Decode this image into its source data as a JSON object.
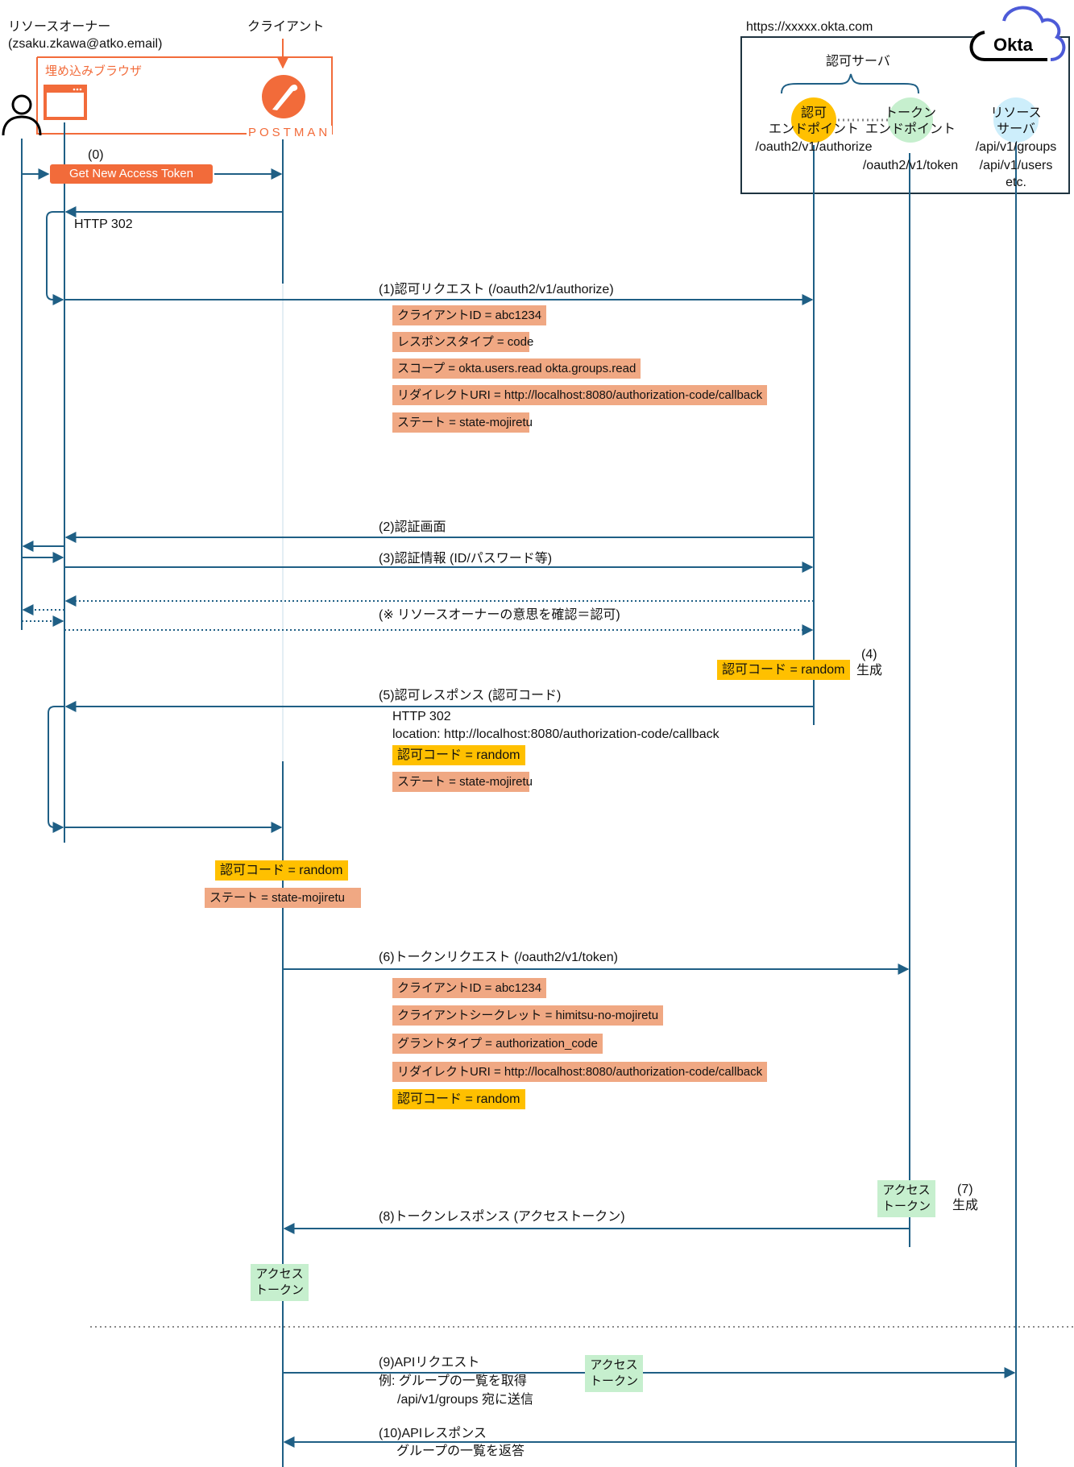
{
  "actors": {
    "resource_owner": {
      "label": "リソースオーナー",
      "email": "(zsaku.zkawa@atko.email)"
    },
    "client": {
      "label": "クライアント",
      "logo_text": "POSTMAN"
    },
    "browser": {
      "label": "埋め込みブラウザ"
    },
    "okta": {
      "url": "https://xxxxx.okta.com",
      "brand": "Okta",
      "auth_server_label": "認可サーバ",
      "authorize_endpoint": {
        "line1": "認可",
        "line2": "エンドポイント",
        "path": "/oauth2/v1/authorize"
      },
      "token_endpoint": {
        "line1": "トークン",
        "line2": "エンドポイント",
        "path": "/oauth2/v1/token"
      },
      "resource_server": {
        "line1": "リソース",
        "line2": "サーバ",
        "paths": [
          "/api/v1/groups",
          "/api/v1/users",
          "etc."
        ]
      }
    }
  },
  "steps": {
    "s0": {
      "num": "(0)",
      "button": "Get New Access Token"
    },
    "redirect1": {
      "label": "HTTP 302"
    },
    "s1": {
      "label": "(1)認可リクエスト (/oauth2/v1/authorize)",
      "params": [
        "クライアントID = abc1234",
        "レスポンスタイプ = code",
        "スコープ = okta.users.read okta.groups.read",
        "リダイレクトURI = http://localhost:8080/authorization-code/callback",
        "ステート = state-mojiretu"
      ]
    },
    "s2": {
      "label": "(2)認証画面"
    },
    "s3": {
      "label": "(3)認証情報 (ID/パスワード等)"
    },
    "consent": {
      "label": "(※ リソースオーナーの意思を確認＝認可)"
    },
    "s4": {
      "num": "(4)",
      "action": "生成",
      "code": "認可コード = random"
    },
    "s5": {
      "label": "(5)認可レスポンス (認可コード)",
      "status": "HTTP 302",
      "location": "location: http://localhost:8080/authorization-code/callback",
      "code": "認可コード = random",
      "state": "ステート = state-mojiretu"
    },
    "client_received": {
      "code": "認可コード = random",
      "state": "ステート = state-mojiretu"
    },
    "s6": {
      "label": "(6)トークンリクエスト (/oauth2/v1/token)",
      "params": [
        "クライアントID = abc1234",
        "クライアントシークレット = himitsu-no-mojiretu",
        "グラントタイプ = authorization_code",
        "リダイレクトURI = http://localhost:8080/authorization-code/callback"
      ],
      "code": "認可コード = random"
    },
    "s7": {
      "num": "(7)",
      "action": "生成",
      "token_line1": "アクセス",
      "token_line2": "トークン"
    },
    "s8": {
      "label": "(8)トークンレスポンス (アクセストークン)"
    },
    "client_token": {
      "line1": "アクセス",
      "line2": "トークン"
    },
    "s9": {
      "label": "(9)APIリクエスト",
      "example": "例: グループの一覧を取得",
      "target": "/api/v1/groups 宛に送信",
      "token_line1": "アクセス",
      "token_line2": "トークン"
    },
    "s10": {
      "label": "(10)APIレスポンス",
      "detail": "グループの一覧を返答"
    }
  },
  "colors": {
    "line": "#1f5f85",
    "postman": "#f26b3a",
    "param": "#f0a883",
    "code": "#ffc000",
    "token": "#c6efce",
    "authorize_circle": "#ffc000",
    "token_circle": "#c6efce",
    "resource_circle": "#cdeefb",
    "okta_cloud": "#4d5bd8"
  }
}
